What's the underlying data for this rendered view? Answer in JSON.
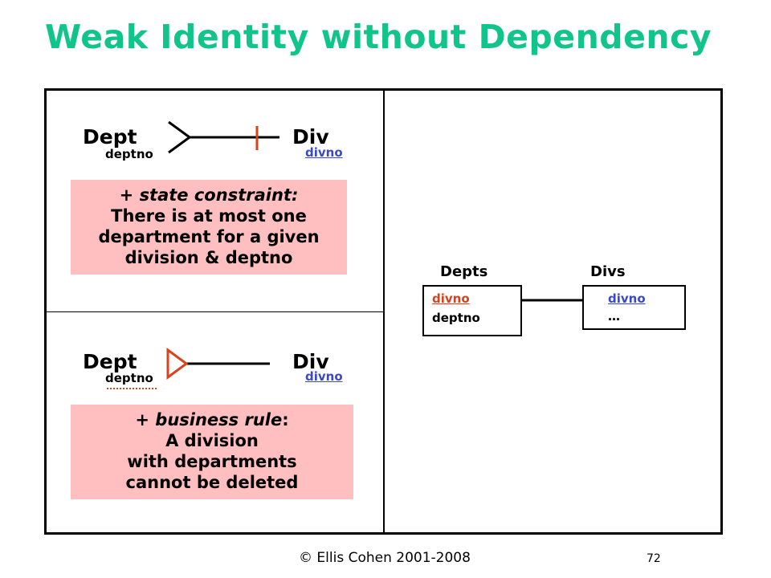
{
  "title": "Weak Identity without Dependency",
  "top_diagram": {
    "left_entity": "Dept",
    "left_attr": "deptno",
    "right_entity": "Div",
    "right_attr": "divno",
    "note_prefix": "+ ",
    "note_emph": "state constraint:",
    "note_lines": [
      "There is at most one",
      "department for a given",
      "division & deptno"
    ]
  },
  "bottom_diagram": {
    "left_entity": "Dept",
    "left_attr": "deptno",
    "right_entity": "Div",
    "right_attr": "divno",
    "note_prefix": "+ ",
    "note_emph": "business rule",
    "note_suffix": ":",
    "note_lines": [
      "A division",
      "with departments",
      "cannot be deleted"
    ]
  },
  "tables": {
    "depts_label": "Depts",
    "divs_label": "Divs",
    "depts_fields": [
      "divno",
      "deptno"
    ],
    "divs_fields": [
      "divno",
      "…"
    ]
  },
  "footer": {
    "copyright": "© Ellis Cohen 2001-2008",
    "page_number": "72"
  },
  "colors": {
    "title": "#11c48a",
    "key_attr": "#3a49c8",
    "foreign_key": "#d8421c",
    "note_bg": "#ffbfc0"
  }
}
